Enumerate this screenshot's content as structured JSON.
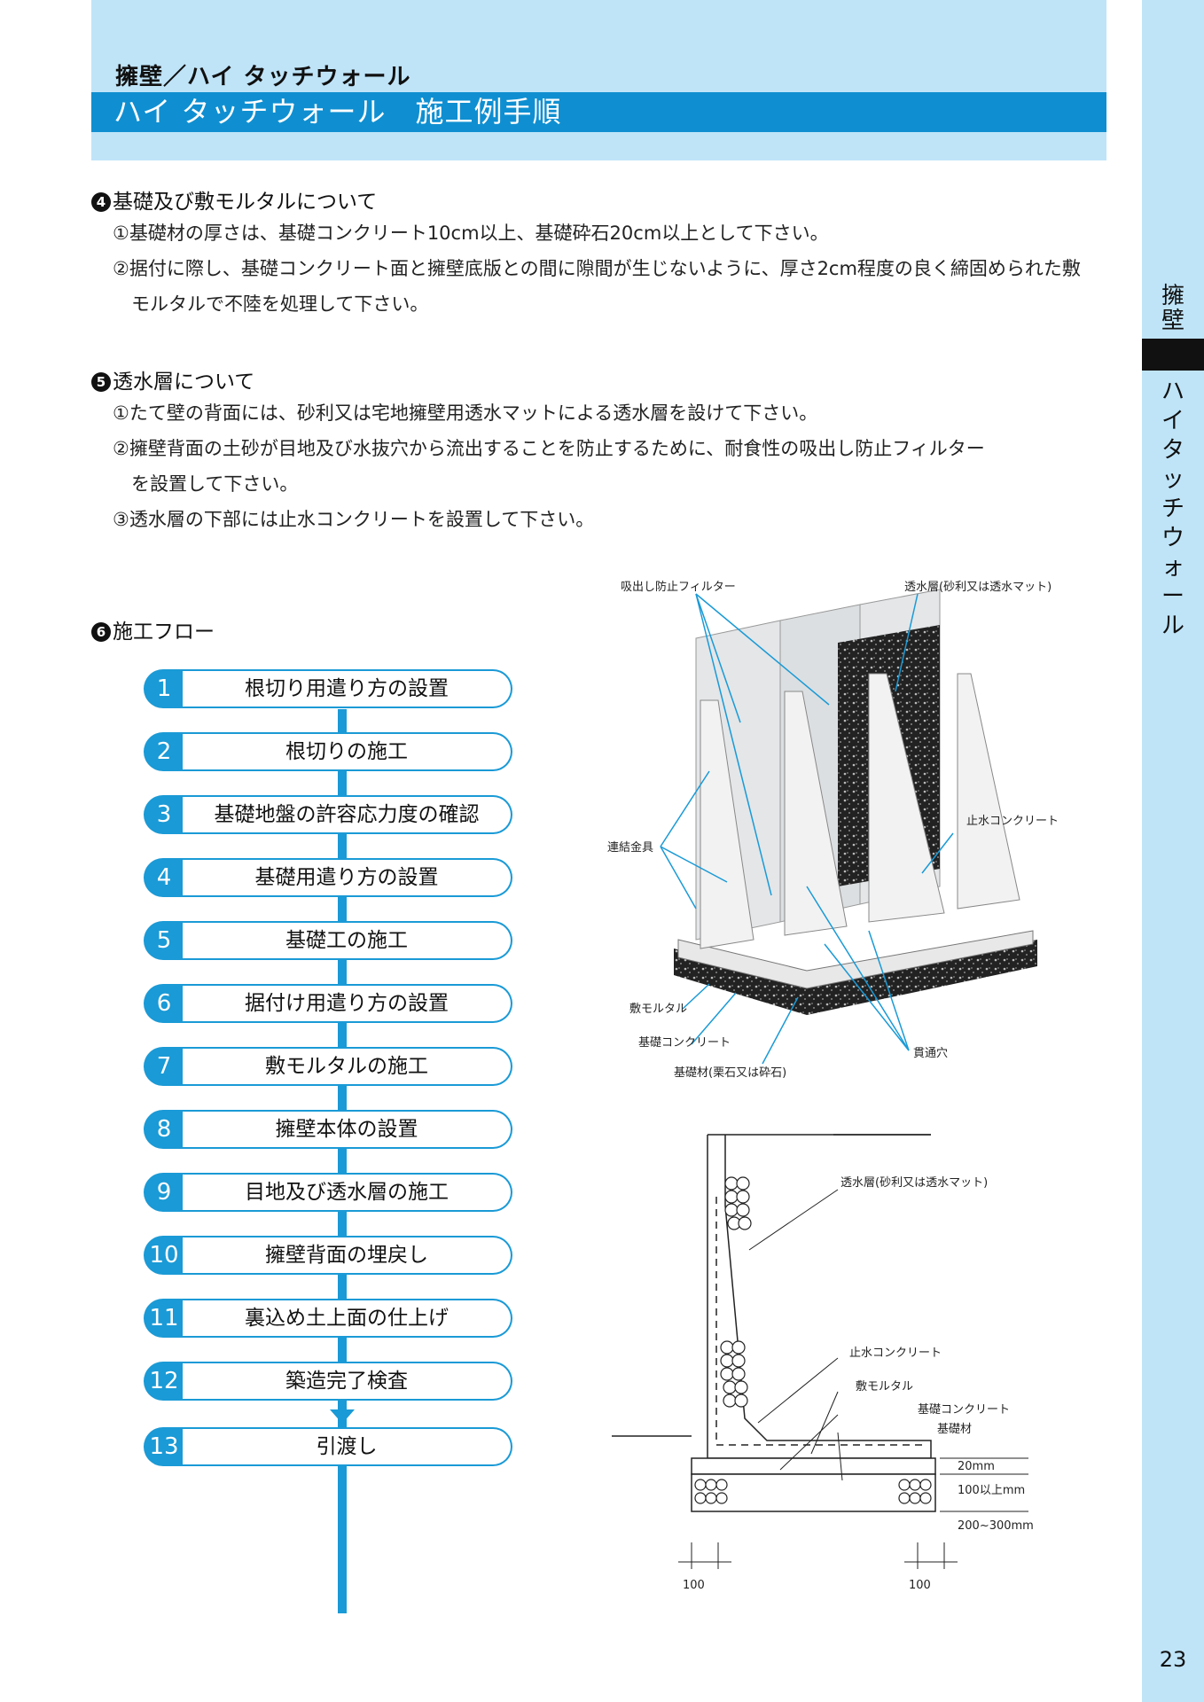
{
  "header": {
    "category": "擁壁／ハイ タッチウォール",
    "title": "ハイ タッチウォール　施工例手順"
  },
  "side_tab": {
    "category": "擁壁",
    "product": "ハイタッチウォール"
  },
  "page_number": "23",
  "section4": {
    "num": "4",
    "title": "基礎及び敷モルタルについて",
    "items": [
      "①基礎材の厚さは、基礎コンクリート10cm以上、基礎砕石20cm以上として下さい。",
      "②据付に際し、基礎コンクリート面と擁壁底版との間に隙間が生じないように、厚さ2cm程度の良く締固められた敷",
      "モルタルで不陸を処理して下さい。"
    ]
  },
  "section5": {
    "num": "5",
    "title": "透水層について",
    "items": [
      "①たて壁の背面には、砂利又は宅地擁壁用透水マットによる透水層を設けて下さい。",
      "②擁壁背面の土砂が目地及び水抜穴から流出することを防止するために、耐食性の吸出し防止フィルター",
      "を設置して下さい。",
      "③透水層の下部には止水コンクリートを設置して下さい。"
    ]
  },
  "section6": {
    "num": "6",
    "title": "施工フロー",
    "steps": [
      {
        "num": "1",
        "label": "根切り用遣り方の設置"
      },
      {
        "num": "2",
        "label": "根切りの施工"
      },
      {
        "num": "3",
        "label": "基礎地盤の許容応力度の確認"
      },
      {
        "num": "4",
        "label": "基礎用遣り方の設置"
      },
      {
        "num": "5",
        "label": "基礎工の施工"
      },
      {
        "num": "6",
        "label": "据付け用遣り方の設置"
      },
      {
        "num": "7",
        "label": "敷モルタルの施工"
      },
      {
        "num": "8",
        "label": "擁壁本体の設置"
      },
      {
        "num": "9",
        "label": "目地及び透水層の施工"
      },
      {
        "num": "10",
        "label": "擁壁背面の埋戻し"
      },
      {
        "num": "11",
        "label": "裏込め土上面の仕上げ"
      },
      {
        "num": "12",
        "label": "築造完了検査"
      },
      {
        "num": "13",
        "label": "引渡し"
      }
    ]
  },
  "diagram1": {
    "labels": {
      "filter": "吸出し防止フィルター",
      "permeable": "透水層(砂利又は透水マット)",
      "connector": "連結金具",
      "stopwater": "止水コンクリート",
      "mortar": "敷モルタル",
      "concrete": "基礎コンクリート",
      "base": "基礎材(栗石又は砕石)",
      "hole": "貫通穴"
    }
  },
  "diagram2": {
    "labels": {
      "permeable": "透水層(砂利又は透水マット)",
      "stopwater": "止水コンクリート",
      "mortar": "敷モルタル",
      "concrete": "基礎コンクリート",
      "base": "基礎材",
      "dim_20": "20mm",
      "dim_100": "100以上mm",
      "dim_200": "200~300mm",
      "dim_left": "100",
      "dim_right": "100"
    }
  },
  "colors": {
    "band": "#bfe4f8",
    "accent": "#0f8fd1",
    "flow": "#1a9ad6"
  }
}
